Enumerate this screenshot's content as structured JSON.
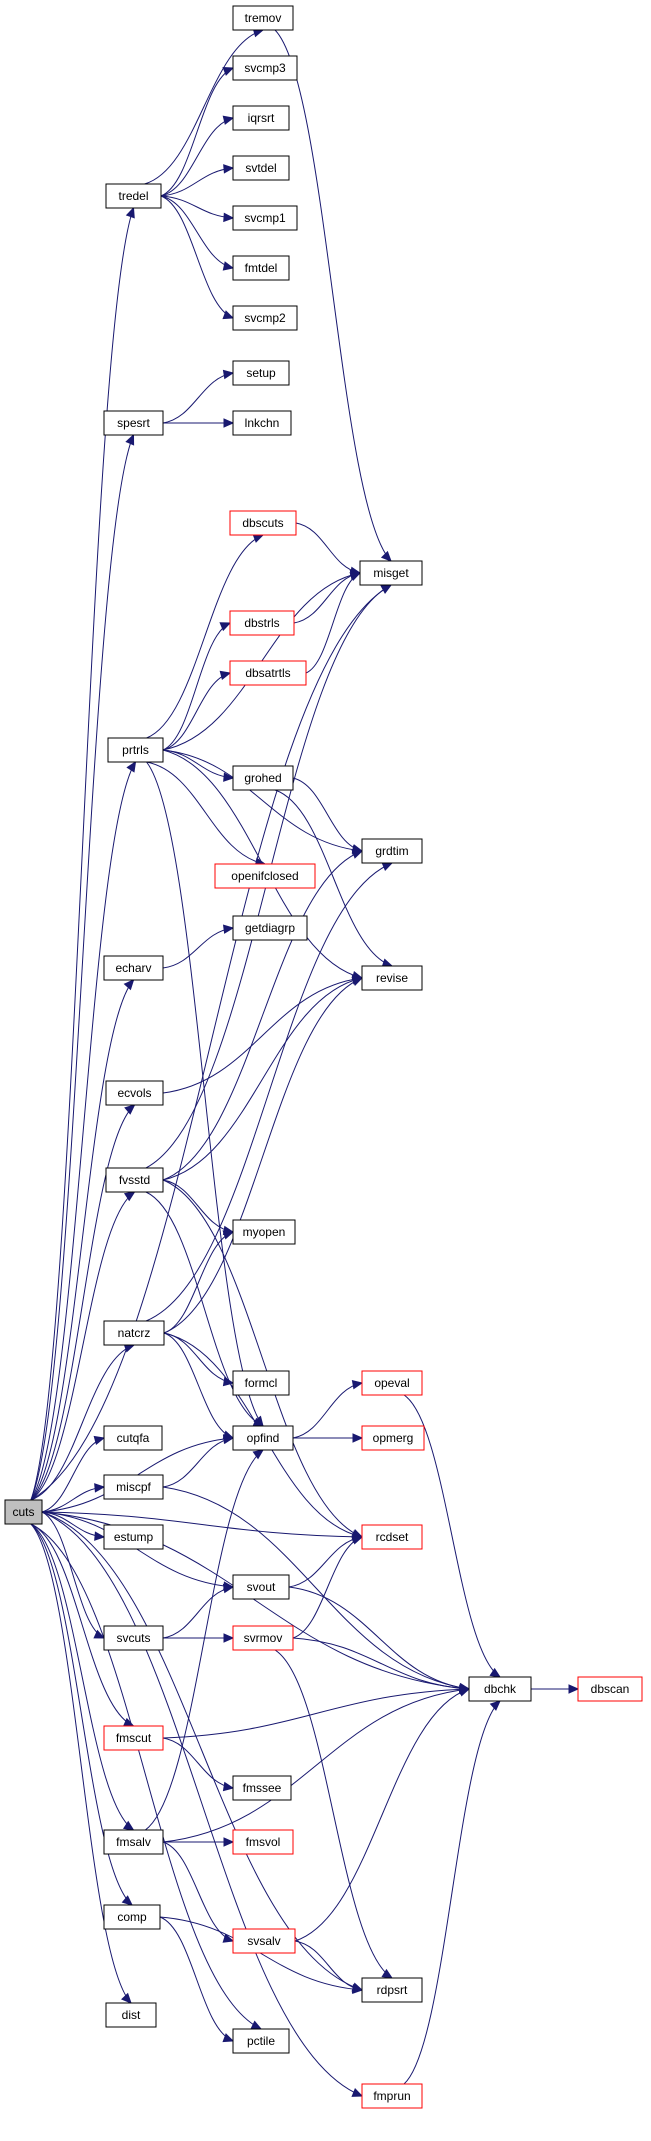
{
  "nodes": {
    "cuts": {
      "label": "cuts",
      "style": "root"
    },
    "tredel": {
      "label": "tredel",
      "style": "black"
    },
    "tremov": {
      "label": "tremov",
      "style": "black"
    },
    "svcmp3": {
      "label": "svcmp3",
      "style": "black"
    },
    "iqrsrt": {
      "label": "iqrsrt",
      "style": "black"
    },
    "svtdel": {
      "label": "svtdel",
      "style": "black"
    },
    "svcmp1": {
      "label": "svcmp1",
      "style": "black"
    },
    "fmtdel": {
      "label": "fmtdel",
      "style": "black"
    },
    "svcmp2": {
      "label": "svcmp2",
      "style": "black"
    },
    "spesrt": {
      "label": "spesrt",
      "style": "black"
    },
    "setup": {
      "label": "setup",
      "style": "black"
    },
    "lnkchn": {
      "label": "lnkchn",
      "style": "black"
    },
    "dbscuts": {
      "label": "dbscuts",
      "style": "red"
    },
    "misget": {
      "label": "misget",
      "style": "black"
    },
    "dbstrls": {
      "label": "dbstrls",
      "style": "red"
    },
    "dbsatrtls": {
      "label": "dbsatrtls",
      "style": "red"
    },
    "prtrls": {
      "label": "prtrls",
      "style": "black"
    },
    "grohed": {
      "label": "grohed",
      "style": "black"
    },
    "grdtim": {
      "label": "grdtim",
      "style": "black"
    },
    "openifclosed": {
      "label": "openifclosed",
      "style": "red"
    },
    "getdiagrp": {
      "label": "getdiagrp",
      "style": "black"
    },
    "echarv": {
      "label": "echarv",
      "style": "black"
    },
    "revise": {
      "label": "revise",
      "style": "black"
    },
    "ecvols": {
      "label": "ecvols",
      "style": "black"
    },
    "fvsstd": {
      "label": "fvsstd",
      "style": "black"
    },
    "myopen": {
      "label": "myopen",
      "style": "black"
    },
    "natcrz": {
      "label": "natcrz",
      "style": "black"
    },
    "formcl": {
      "label": "formcl",
      "style": "black"
    },
    "opeval": {
      "label": "opeval",
      "style": "red"
    },
    "cutqfa": {
      "label": "cutqfa",
      "style": "black"
    },
    "opfind": {
      "label": "opfind",
      "style": "black"
    },
    "opmerg": {
      "label": "opmerg",
      "style": "red"
    },
    "miscpf": {
      "label": "miscpf",
      "style": "black"
    },
    "rcdset": {
      "label": "rcdset",
      "style": "red"
    },
    "estump": {
      "label": "estump",
      "style": "black"
    },
    "svout": {
      "label": "svout",
      "style": "black"
    },
    "svcuts": {
      "label": "svcuts",
      "style": "black"
    },
    "svrmov": {
      "label": "svrmov",
      "style": "red"
    },
    "dbchk": {
      "label": "dbchk",
      "style": "black"
    },
    "dbscan": {
      "label": "dbscan",
      "style": "red"
    },
    "fmscut": {
      "label": "fmscut",
      "style": "red"
    },
    "fmssee": {
      "label": "fmssee",
      "style": "black"
    },
    "fmsalv": {
      "label": "fmsalv",
      "style": "black"
    },
    "fmsvol": {
      "label": "fmsvol",
      "style": "red"
    },
    "svsalv": {
      "label": "svsalv",
      "style": "red"
    },
    "comp": {
      "label": "comp",
      "style": "black"
    },
    "rdpsrt": {
      "label": "rdpsrt",
      "style": "black"
    },
    "dist": {
      "label": "dist",
      "style": "black"
    },
    "pctile": {
      "label": "pctile",
      "style": "black"
    },
    "fmprun": {
      "label": "fmprun",
      "style": "red"
    }
  },
  "edges": [
    [
      "cuts",
      "tredel"
    ],
    [
      "tredel",
      "tremov"
    ],
    [
      "tredel",
      "svcmp3"
    ],
    [
      "tredel",
      "iqrsrt"
    ],
    [
      "tredel",
      "svtdel"
    ],
    [
      "tredel",
      "svcmp1"
    ],
    [
      "tredel",
      "fmtdel"
    ],
    [
      "tredel",
      "svcmp2"
    ],
    [
      "tremov",
      "misget"
    ],
    [
      "cuts",
      "spesrt"
    ],
    [
      "spesrt",
      "setup"
    ],
    [
      "spesrt",
      "lnkchn"
    ],
    [
      "cuts",
      "misget"
    ],
    [
      "cuts",
      "prtrls"
    ],
    [
      "prtrls",
      "dbscuts"
    ],
    [
      "dbscuts",
      "misget"
    ],
    [
      "prtrls",
      "misget"
    ],
    [
      "prtrls",
      "dbstrls"
    ],
    [
      "dbstrls",
      "misget"
    ],
    [
      "prtrls",
      "dbsatrtls"
    ],
    [
      "dbsatrtls",
      "misget"
    ],
    [
      "prtrls",
      "grohed"
    ],
    [
      "prtrls",
      "grdtim"
    ],
    [
      "grohed",
      "grdtim"
    ],
    [
      "grohed",
      "revise"
    ],
    [
      "prtrls",
      "revise"
    ],
    [
      "prtrls",
      "openifclosed"
    ],
    [
      "prtrls",
      "opfind"
    ],
    [
      "cuts",
      "echarv"
    ],
    [
      "echarv",
      "getdiagrp"
    ],
    [
      "cuts",
      "ecvols"
    ],
    [
      "ecvols",
      "revise"
    ],
    [
      "cuts",
      "fvsstd"
    ],
    [
      "fvsstd",
      "misget"
    ],
    [
      "fvsstd",
      "grdtim"
    ],
    [
      "fvsstd",
      "revise"
    ],
    [
      "fvsstd",
      "myopen"
    ],
    [
      "fvsstd",
      "opfind"
    ],
    [
      "fvsstd",
      "rcdset"
    ],
    [
      "cuts",
      "natcrz"
    ],
    [
      "natcrz",
      "myopen"
    ],
    [
      "natcrz",
      "grdtim"
    ],
    [
      "natcrz",
      "revise"
    ],
    [
      "natcrz",
      "formcl"
    ],
    [
      "natcrz",
      "opfind"
    ],
    [
      "natcrz",
      "rcdset"
    ],
    [
      "cuts",
      "opfind"
    ],
    [
      "opfind",
      "opeval"
    ],
    [
      "opfind",
      "opmerg"
    ],
    [
      "opeval",
      "dbchk"
    ],
    [
      "cuts",
      "cutqfa"
    ],
    [
      "cuts",
      "miscpf"
    ],
    [
      "miscpf",
      "opfind"
    ],
    [
      "miscpf",
      "dbchk"
    ],
    [
      "cuts",
      "rcdset"
    ],
    [
      "cuts",
      "estump"
    ],
    [
      "cuts",
      "svout"
    ],
    [
      "svout",
      "rcdset"
    ],
    [
      "svout",
      "dbchk"
    ],
    [
      "cuts",
      "svcuts"
    ],
    [
      "svcuts",
      "svout"
    ],
    [
      "svcuts",
      "svrmov"
    ],
    [
      "svrmov",
      "rcdset"
    ],
    [
      "svrmov",
      "dbchk"
    ],
    [
      "svrmov",
      "rdpsrt"
    ],
    [
      "cuts",
      "dbchk"
    ],
    [
      "dbchk",
      "dbscan"
    ],
    [
      "cuts",
      "fmscut"
    ],
    [
      "fmscut",
      "dbchk"
    ],
    [
      "fmscut",
      "fmssee"
    ],
    [
      "cuts",
      "fmsalv"
    ],
    [
      "fmsalv",
      "opfind"
    ],
    [
      "fmsalv",
      "fmsvol"
    ],
    [
      "fmsalv",
      "dbchk"
    ],
    [
      "fmsalv",
      "svsalv"
    ],
    [
      "svsalv",
      "dbchk"
    ],
    [
      "svsalv",
      "rdpsrt"
    ],
    [
      "cuts",
      "comp"
    ],
    [
      "comp",
      "rdpsrt"
    ],
    [
      "comp",
      "pctile"
    ],
    [
      "cuts",
      "dist"
    ],
    [
      "cuts",
      "pctile"
    ],
    [
      "cuts",
      "rdpsrt"
    ],
    [
      "cuts",
      "fmprun"
    ],
    [
      "fmprun",
      "dbchk"
    ]
  ]
}
